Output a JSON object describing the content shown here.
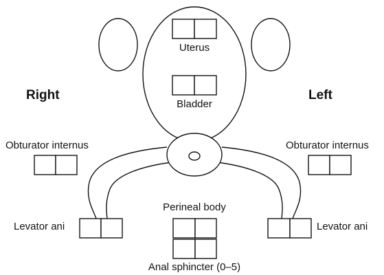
{
  "sides": {
    "right": "Right",
    "left": "Left"
  },
  "labels": {
    "uterus": "Uterus",
    "bladder": "Bladder",
    "obturator_internus_right": "Obturator internus",
    "obturator_internus_left": "Obturator internus",
    "levator_ani_right": "Levator ani",
    "levator_ani_left": "Levator ani",
    "perineal_body": "Perineal body",
    "anal_sphincter": "Anal sphincter (0–5)"
  }
}
